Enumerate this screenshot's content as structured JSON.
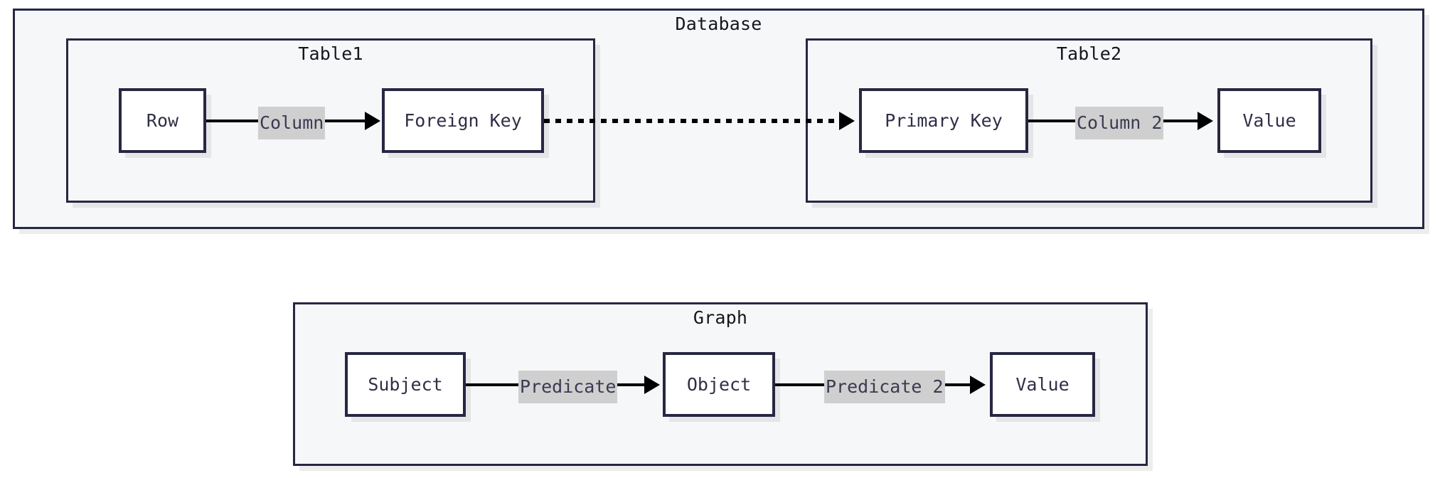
{
  "diagram": {
    "title": "",
    "colors": {
      "background": "#ffffff",
      "cluster_fill": "#f6f7f9",
      "cluster_border": "#272742",
      "node_fill": "#ffffff",
      "node_border": "#272742",
      "node_text": "#2f2f46",
      "edge_stroke": "#000000",
      "edge_label_bg": "#cfcfcf",
      "edge_label_text": "#3a3a52"
    },
    "clusters": [
      {
        "id": "database",
        "label": "Database",
        "children": [
          {
            "id": "table1",
            "label": "Table1"
          },
          {
            "id": "table2",
            "label": "Table2"
          }
        ]
      },
      {
        "id": "graph",
        "label": "Graph",
        "children": []
      }
    ],
    "nodes": [
      {
        "id": "row",
        "label": "Row",
        "cluster": "table1"
      },
      {
        "id": "foreign_key",
        "label": "Foreign Key",
        "cluster": "table1"
      },
      {
        "id": "primary_key",
        "label": "Primary Key",
        "cluster": "table2"
      },
      {
        "id": "value_db",
        "label": "Value",
        "cluster": "table2"
      },
      {
        "id": "subject",
        "label": "Subject",
        "cluster": "graph"
      },
      {
        "id": "object",
        "label": "Object",
        "cluster": "graph"
      },
      {
        "id": "value_graph",
        "label": "Value",
        "cluster": "graph"
      }
    ],
    "edges": [
      {
        "id": "e1",
        "from": "row",
        "to": "foreign_key",
        "label": "Column",
        "style": "solid",
        "arrow": "filled"
      },
      {
        "id": "e2",
        "from": "foreign_key",
        "to": "primary_key",
        "label": "",
        "style": "dotted",
        "arrow": "filled"
      },
      {
        "id": "e3",
        "from": "primary_key",
        "to": "value_db",
        "label": "Column 2",
        "style": "solid",
        "arrow": "filled"
      },
      {
        "id": "e4",
        "from": "subject",
        "to": "object",
        "label": "Predicate",
        "style": "solid",
        "arrow": "filled"
      },
      {
        "id": "e5",
        "from": "object",
        "to": "value_graph",
        "label": "Predicate 2",
        "style": "solid",
        "arrow": "filled"
      }
    ]
  }
}
